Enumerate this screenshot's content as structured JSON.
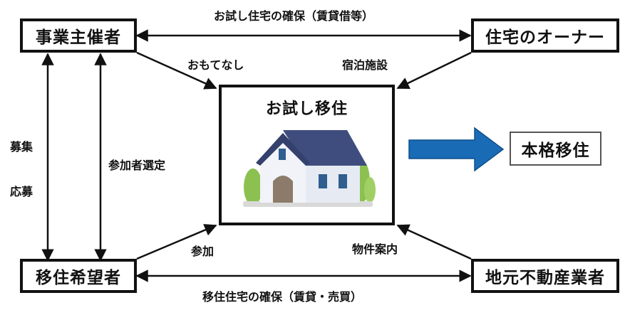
{
  "boxes": {
    "organizer": "事業主催者",
    "owner": "住宅のオーナー",
    "applicant": "移住希望者",
    "realtor": "地元不動産業者"
  },
  "center": {
    "title": "お試し移住"
  },
  "goal": "本格移住",
  "labels": {
    "top": "お試し住宅の確保（賃貸借等）",
    "bottom": "移住住宅の確保（賃貸・売買）",
    "hospitality": "おもてなし",
    "lodging": "宿泊施設",
    "participation": "参加",
    "property_guide": "物件案内",
    "recruit": "募集",
    "apply": "応募",
    "selection": "参加者選定"
  },
  "colors": {
    "line": "#111111",
    "goal_arrow": "#1a6bb5",
    "house_roof": "#3f4d7e",
    "house_wall": "#e6eaf2",
    "house_door": "#8c7b6a",
    "house_window": "#2f5e8f",
    "trees": "#8cc152"
  },
  "icons": {
    "house": "house-icon",
    "goal_arrow": "right-arrow-icon"
  }
}
